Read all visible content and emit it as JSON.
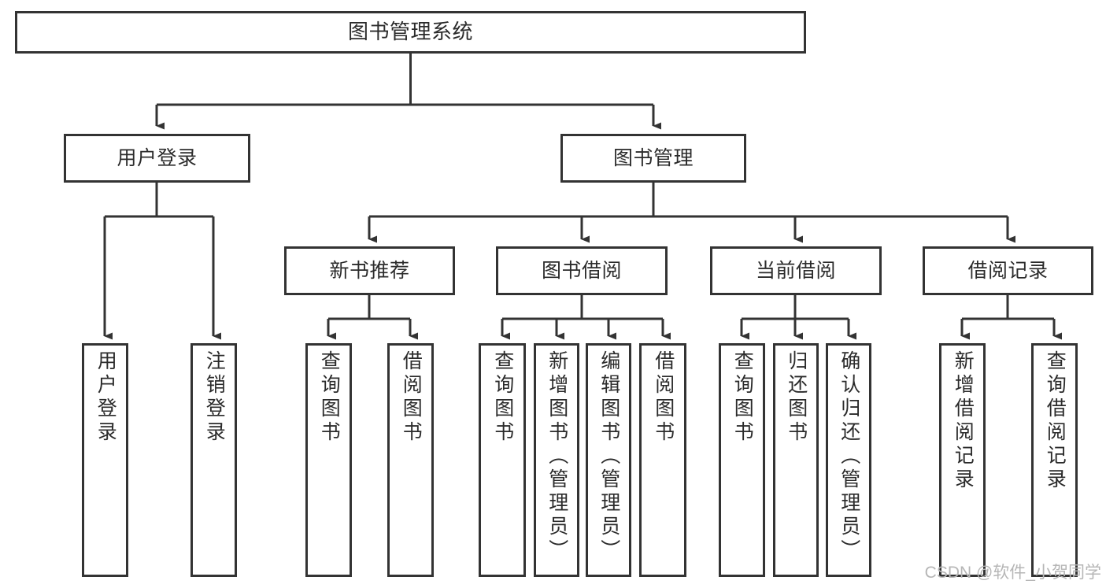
{
  "diagram": {
    "type": "tree-hierarchy",
    "title": "图书管理系统",
    "orientation": "top-down",
    "colors": {
      "box_border": "#333333",
      "box_fill": "#ffffff",
      "connector": "#333333",
      "text": "#2b2b2b",
      "background": "#ffffff",
      "watermark": "#b6b6b6"
    },
    "root": {
      "label": "图书管理系统"
    },
    "level2": [
      {
        "label": "用户登录"
      },
      {
        "label": "图书管理"
      }
    ],
    "level3": [
      {
        "label": "新书推荐"
      },
      {
        "label": "图书借阅"
      },
      {
        "label": "当前借阅"
      },
      {
        "label": "借阅记录"
      }
    ],
    "leaves": {
      "user_login": [
        {
          "label": "用户登录"
        },
        {
          "label": "注销登录"
        }
      ],
      "new_book_recommend": [
        {
          "label": "查询图书"
        },
        {
          "label": "借阅图书"
        }
      ],
      "book_borrow": [
        {
          "label": "查询图书"
        },
        {
          "label": "新增图书（管理员）"
        },
        {
          "label": "编辑图书（管理员）"
        },
        {
          "label": "借阅图书"
        }
      ],
      "current_borrow": [
        {
          "label": "查询图书"
        },
        {
          "label": "归还图书"
        },
        {
          "label": "确认归还（管理员）"
        }
      ],
      "borrow_record": [
        {
          "label": "新增借阅记录"
        },
        {
          "label": "查询借阅记录"
        }
      ]
    }
  },
  "watermark": {
    "text": "CSDN @软件_小贺同学"
  }
}
